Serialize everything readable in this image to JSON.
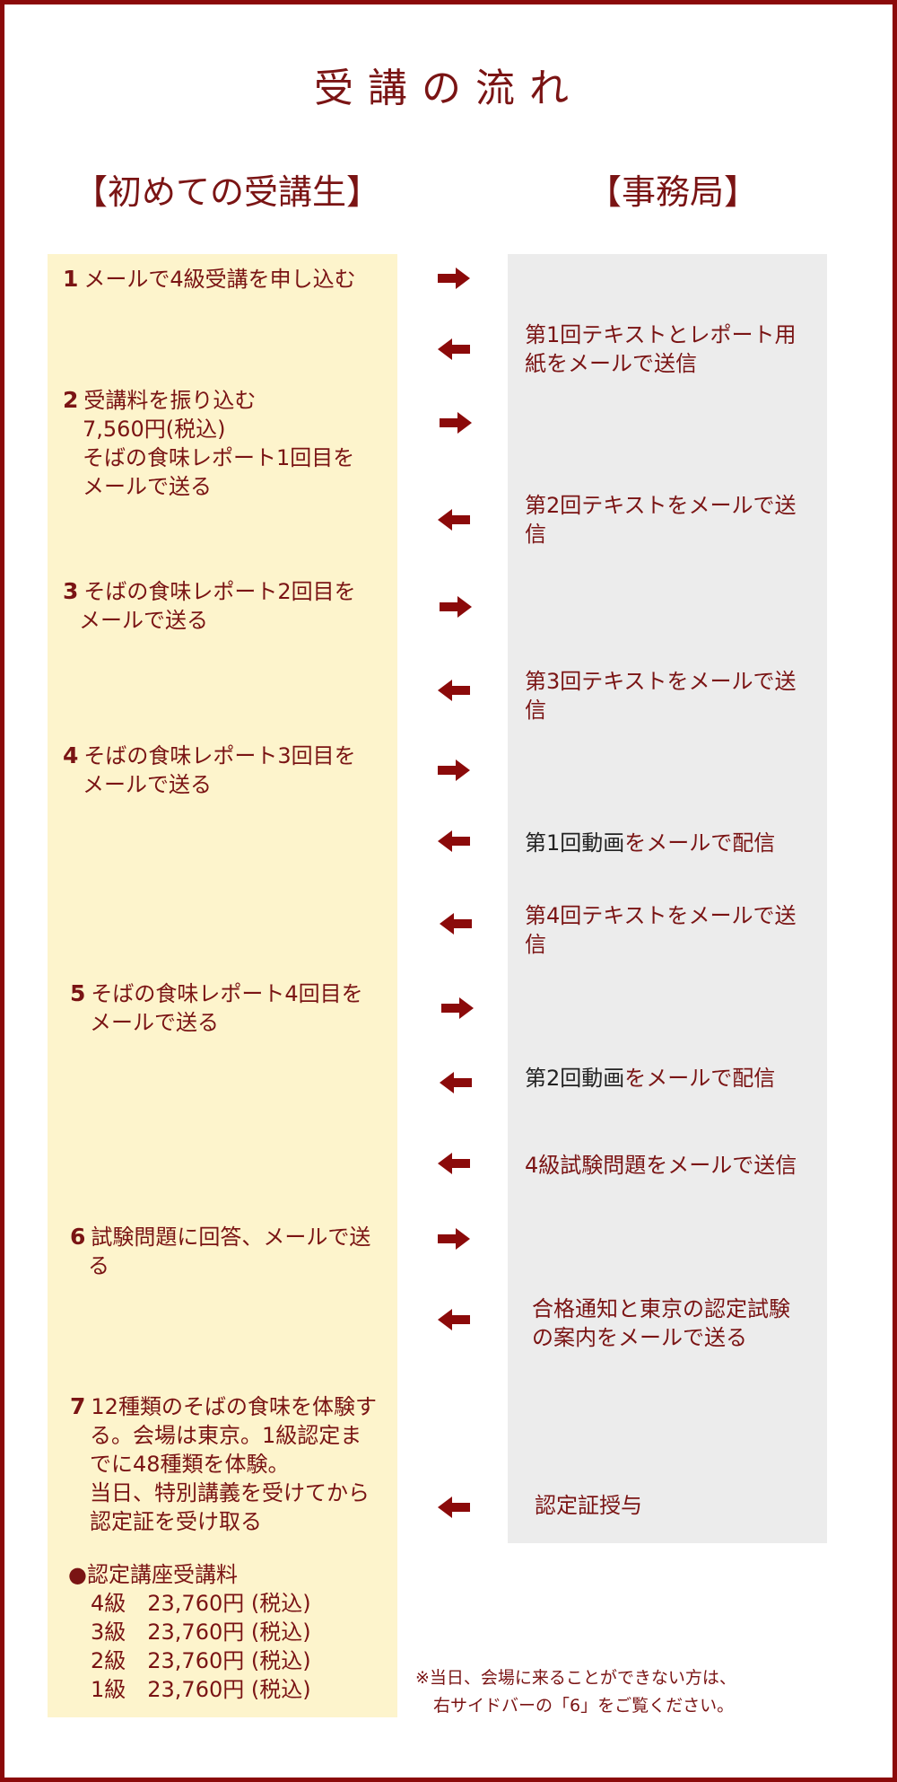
{
  "title": "受講の流れ",
  "headings": {
    "student": "【初めての受講生】",
    "office": "【事務局】"
  },
  "steps": [
    {
      "num": "1",
      "lines": [
        "メールで4級受講を申し込む"
      ]
    },
    {
      "num": "2",
      "lines": [
        "受講料を振り込む",
        "7,560円(税込)",
        "そばの食味レポート1回目を",
        "メールで送る"
      ]
    },
    {
      "num": "3",
      "lines": [
        "そばの食味レポート2回目を",
        "メールで送る"
      ]
    },
    {
      "num": "4",
      "lines": [
        "そばの食味レポート3回目を",
        "メールで送る"
      ]
    },
    {
      "num": "5",
      "lines": [
        "そばの食味レポート4回目を",
        "メールで送る"
      ]
    },
    {
      "num": "6",
      "lines": [
        "試験問題に回答、メールで送",
        "る"
      ]
    },
    {
      "num": "7",
      "lines": [
        "12種類のそばの食味を体験す",
        "る。会場は東京。1級認定ま",
        "でに48種類を体験。",
        "当日、特別講義を受けてから",
        "認定証を受け取る"
      ]
    }
  ],
  "fees": {
    "title": "●認定講座受講料",
    "items": [
      "4級　23,760円 (税込)",
      "3級　23,760円 (税込)",
      "2級　23,760円 (税込)",
      "1級　23,760円 (税込)"
    ]
  },
  "office_items": [
    {
      "lines": [
        "第1回テキストとレポート用",
        "紙をメールで送信"
      ]
    },
    {
      "lines": [
        "第2回テキストをメールで送",
        "信"
      ]
    },
    {
      "lines": [
        "第3回テキストをメールで送",
        "信"
      ]
    },
    {
      "prefix": "第1回動画",
      "rest": "をメールで配信"
    },
    {
      "lines": [
        "第4回テキストをメールで送",
        "信"
      ]
    },
    {
      "prefix": "第2回動画",
      "rest": "をメールで配信"
    },
    {
      "lines": [
        "4級試験問題をメールで送信"
      ]
    },
    {
      "lines": [
        "合格通知と東京の認定試験",
        "の案内をメールで送る"
      ]
    },
    {
      "lines": [
        "認定証授与"
      ]
    }
  ],
  "note": {
    "line1": "※当日、会場に来ることができない方は、",
    "line2": "右サイドバーの「6」をご覧ください。"
  },
  "arrows": [
    "right",
    "left",
    "right",
    "left",
    "right",
    "left",
    "right",
    "left",
    "left",
    "right",
    "left",
    "left",
    "right",
    "left",
    "left"
  ],
  "colors": {
    "accent": "#8b0a0a",
    "student_panel": "#fdf4cc",
    "office_panel": "#ececec"
  }
}
